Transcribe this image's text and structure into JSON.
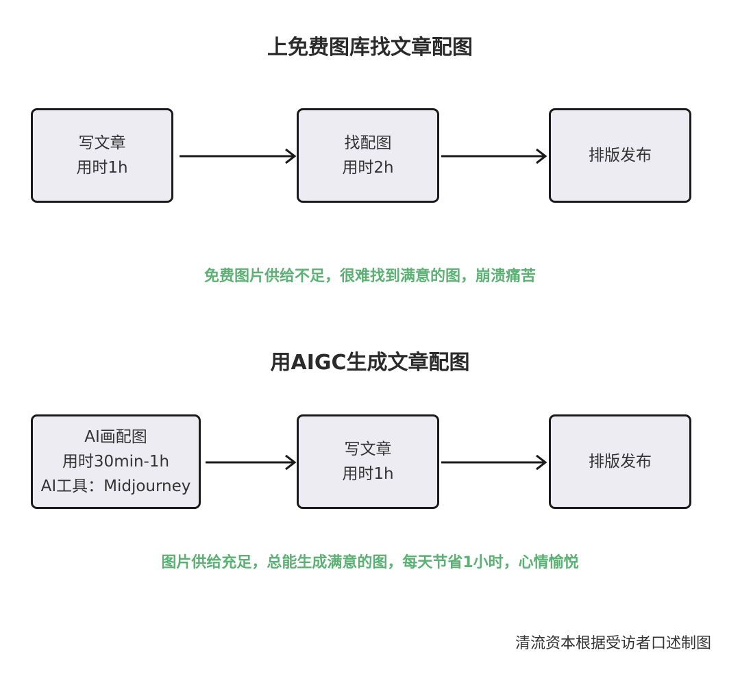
{
  "section1": {
    "title": "上免费图库找文章配图",
    "steps": [
      {
        "line1": "写文章",
        "line2": "用时1h"
      },
      {
        "line1": "找配图",
        "line2": "用时2h"
      },
      {
        "line1": "排版发布"
      }
    ],
    "note": "免费图片供给不足，很难找到满意的图，崩溃痛苦"
  },
  "section2": {
    "title": "用AIGC生成文章配图",
    "steps": [
      {
        "line1": "AI画配图",
        "line2": "用时30min-1h",
        "line3": "AI工具：Midjourney"
      },
      {
        "line1": "写文章",
        "line2": "用时1h"
      },
      {
        "line1": "排版发布"
      }
    ],
    "note": "图片供给充足，总能生成满意的图，每天节省1小时，心情愉悦"
  },
  "source": "清流资本根据受访者口述制图",
  "colors": {
    "box_fill": "#ececf2",
    "box_border": "#1a1a1a",
    "note_green": "#5bb173"
  }
}
